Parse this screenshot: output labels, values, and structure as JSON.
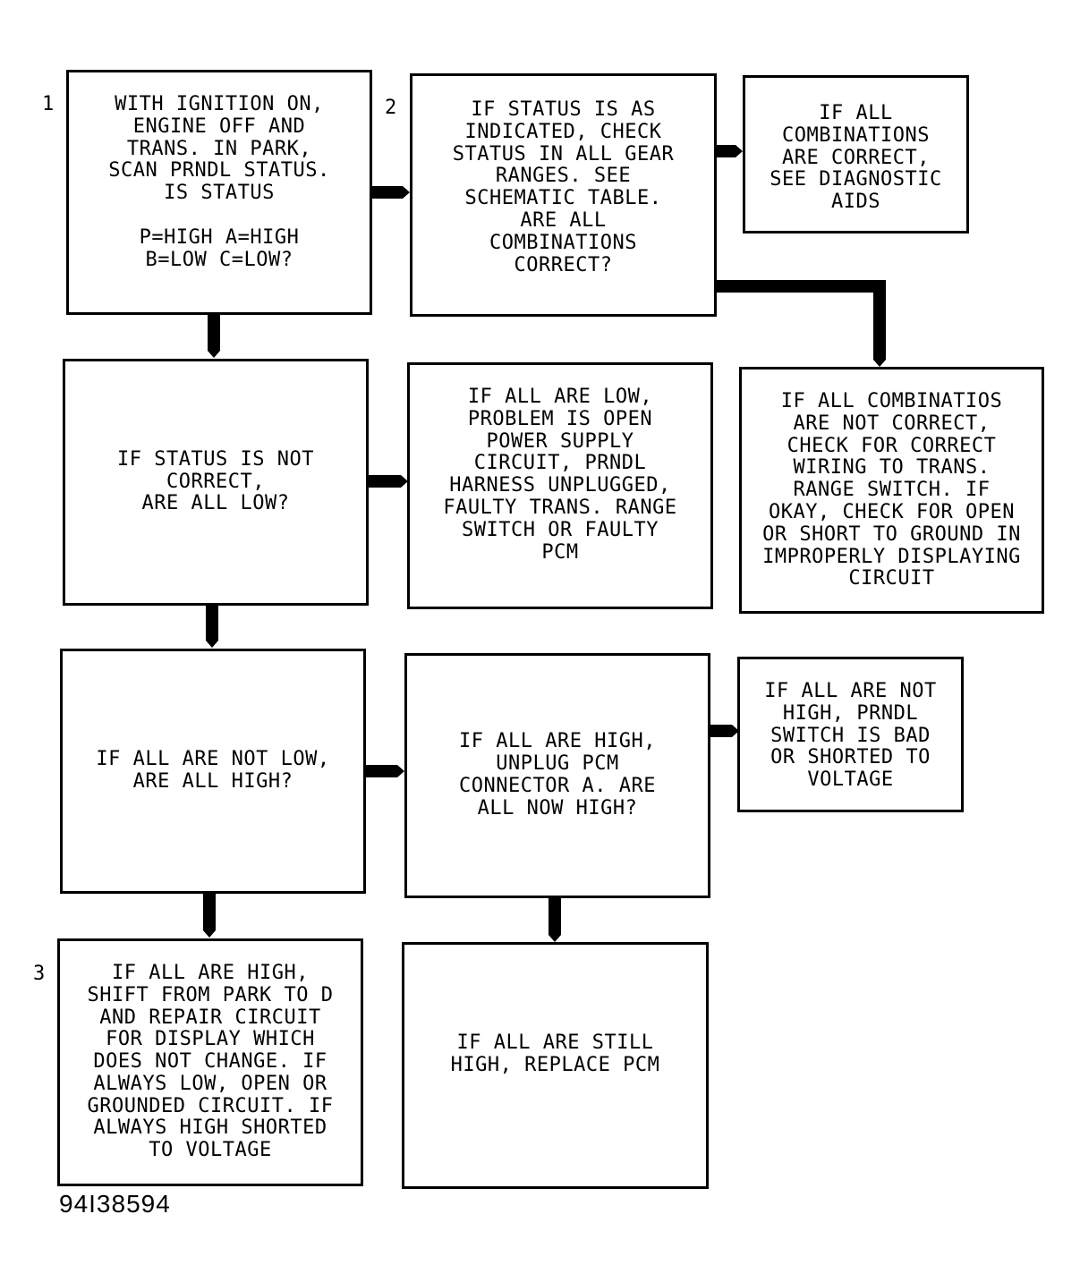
{
  "steps": {
    "step1": "1",
    "step2": "2",
    "step3": "3"
  },
  "boxes": {
    "b1": "WITH IGNITION ON,\nENGINE OFF AND\nTRANS. IN PARK,\nSCAN PRNDL STATUS.\nIS STATUS\n\nP=HIGH A=HIGH\nB=LOW C=LOW?",
    "b2": "IF STATUS IS AS\nINDICATED, CHECK\nSTATUS IN ALL GEAR\nRANGES. SEE\nSCHEMATIC TABLE.\nARE ALL\nCOMBINATIONS\nCORRECT?",
    "b3": "IF ALL\nCOMBINATIONS\nARE CORRECT,\nSEE DIAGNOSTIC\nAIDS",
    "b4": "IF STATUS IS NOT\nCORRECT,\nARE ALL LOW?",
    "b5": "IF ALL ARE LOW,\nPROBLEM IS OPEN\nPOWER SUPPLY\nCIRCUIT, PRNDL\nHARNESS UNPLUGGED,\nFAULTY TRANS. RANGE\nSWITCH OR FAULTY\nPCM",
    "b6": "IF ALL COMBINATIOS\nARE NOT CORRECT,\nCHECK FOR CORRECT\nWIRING TO TRANS.\nRANGE SWITCH. IF\nOKAY, CHECK FOR OPEN\nOR SHORT TO GROUND IN\nIMPROPERLY DISPLAYING\nCIRCUIT",
    "b7": "IF ALL ARE NOT LOW,\nARE ALL HIGH?",
    "b8": "IF ALL ARE HIGH,\nUNPLUG PCM\nCONNECTOR A. ARE\nALL NOW HIGH?",
    "b9": "IF ALL ARE NOT\nHIGH, PRNDL\nSWITCH IS BAD\nOR SHORTED TO\nVOLTAGE",
    "b10": "IF ALL ARE HIGH,\nSHIFT FROM PARK TO D\nAND REPAIR CIRCUIT\nFOR DISPLAY WHICH\nDOES NOT CHANGE. IF\nALWAYS LOW, OPEN OR\nGROUNDED CIRCUIT. IF\nALWAYS HIGH SHORTED\nTO VOLTAGE",
    "b11": "IF ALL ARE STILL\nHIGH, REPLACE PCM"
  },
  "figure_id": "94I38594"
}
